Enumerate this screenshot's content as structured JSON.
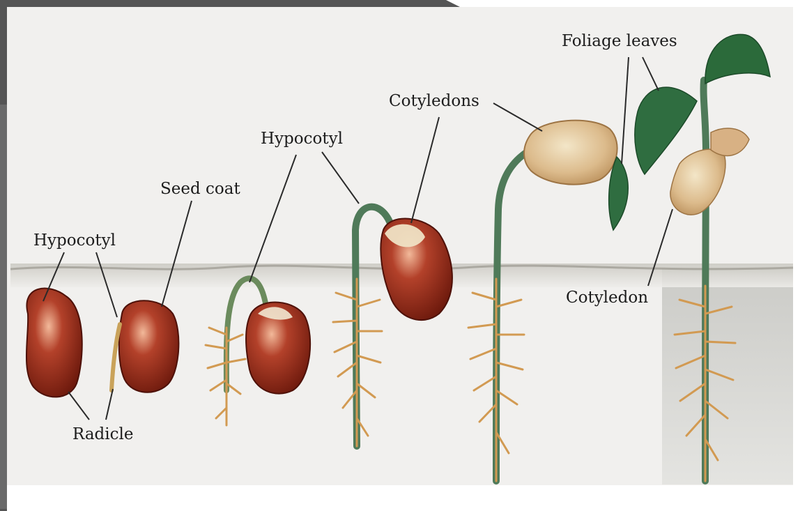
{
  "labels": {
    "foliage_leaves": "Foliage leaves",
    "cotyledons": "Cotyledons",
    "hypocotyl_stage3": "Hypocotyl",
    "seed_coat": "Seed coat",
    "hypocotyl_stage1": "Hypocotyl",
    "cotyledon": "Cotyledon",
    "radicle": "Radicle"
  },
  "colors": {
    "frame": "#555555",
    "paper": "#f1f0ee",
    "soil": "#cfcdc6",
    "seed": "#8e2414",
    "seed_highlight": "#e8a07c",
    "cotyledon": "#d8b184",
    "stem": "#4f7a59",
    "root": "#d29a52",
    "leaf": "#2f6d40",
    "line": "#2a2a2a"
  }
}
